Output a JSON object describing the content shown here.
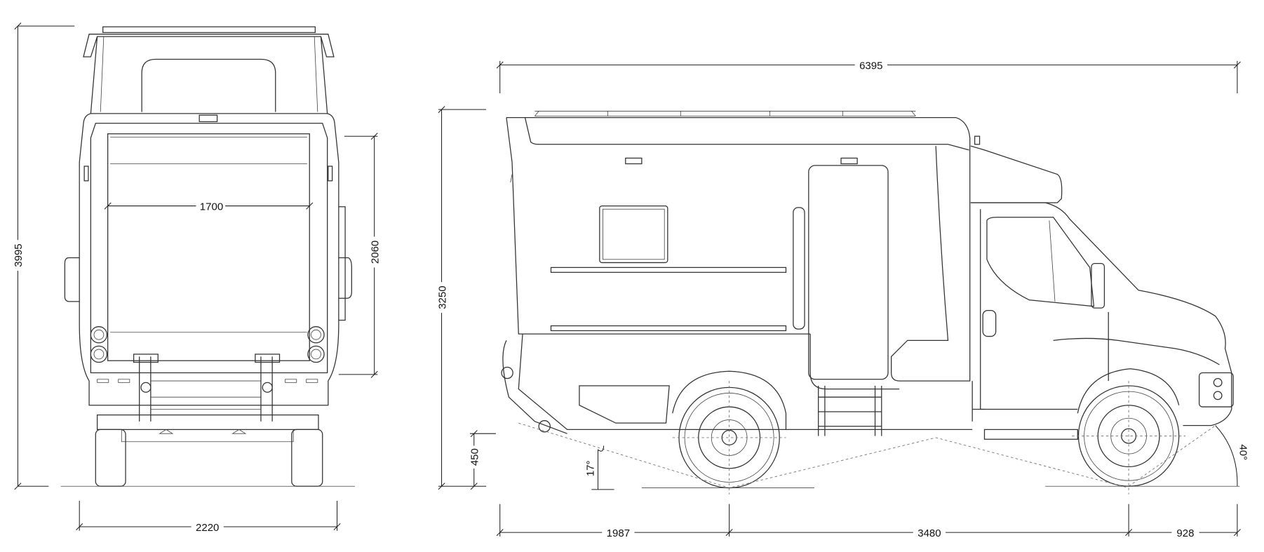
{
  "title": "Vehicle dimension drawing",
  "rear_view": {
    "dims": {
      "total_height": "3995",
      "inner_width": "1700",
      "body_height": "2060",
      "total_width": "2220"
    }
  },
  "side_view": {
    "dims": {
      "total_length": "6395",
      "body_height": "3250",
      "ground_clearance": "450",
      "departure_angle": "17°",
      "approach_angle": "40°",
      "rear_overhang": "1987",
      "wheelbase": "3480",
      "front_overhang": "928"
    }
  }
}
